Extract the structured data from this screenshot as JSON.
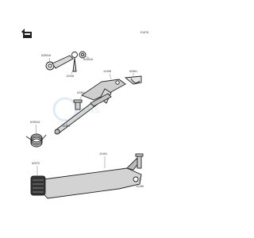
{
  "diagram": {
    "page_code": "E1876",
    "parts": [
      {
        "number": "92081A"
      },
      {
        "number": "13236"
      },
      {
        "number": "92081A"
      },
      {
        "number": "13169"
      },
      {
        "number": "92081"
      },
      {
        "number": "92081"
      },
      {
        "number": "92081A"
      },
      {
        "number": "13161"
      },
      {
        "number": "13161"
      },
      {
        "number": "92075"
      },
      {
        "number": "13166"
      }
    ],
    "watermark_text": "PARTS",
    "icon": "front-arrow-icon"
  }
}
